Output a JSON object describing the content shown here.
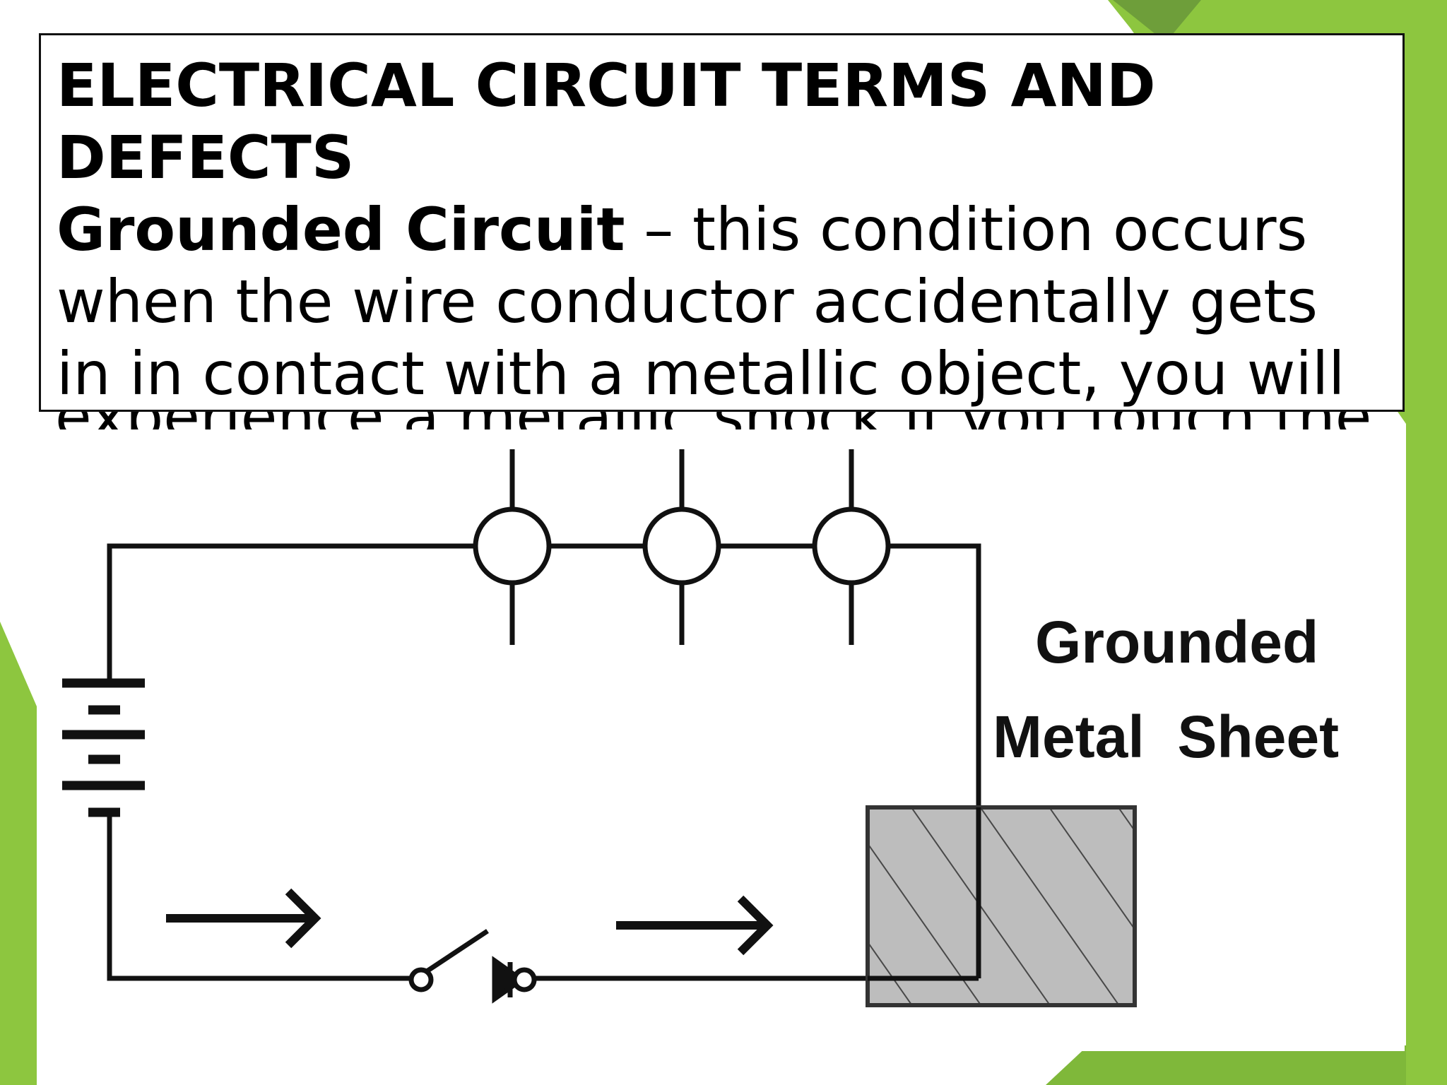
{
  "slide": {
    "title": "ELECTRICAL CIRCUIT TERMS AND DEFECTS",
    "term": "Grounded Circuit",
    "definition_visible": " – this condition occurs when the wire conductor accidentally gets in in contact with a metallic object, you will",
    "definition_overflow": "experience a metallic shock if you touch the"
  },
  "diagram": {
    "label_line1": "Grounded",
    "label_line2": "Metal  Sheet"
  },
  "theme": {
    "accent_green": "#8DC63F",
    "dark_green": "#6E9E3A",
    "sheet_gray": "#BDBDBD"
  }
}
